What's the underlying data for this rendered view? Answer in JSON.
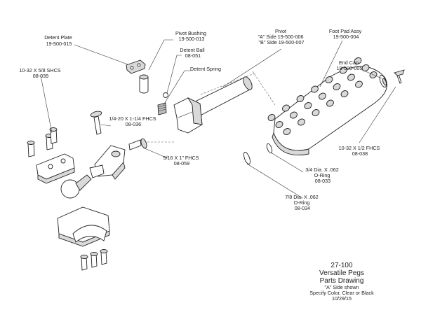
{
  "labels": {
    "detent_plate": [
      "Detent Plate",
      "19-500-015"
    ],
    "pivot_bushing": [
      "Pivot Bushing",
      "19-500-013"
    ],
    "detent_ball": [
      "Detent Ball",
      "08-051"
    ],
    "detent_spring": [
      "Detent Spring"
    ],
    "pivot": [
      "Pivot",
      "\"A\" Side 19-500-006",
      "\"B\" Side 19-500-007"
    ],
    "foot_pad": [
      "Foot Pad Assy",
      "19-500-004"
    ],
    "end_cap": [
      "End Cap",
      "19-500-005"
    ],
    "shcs": [
      "10-32 X 5/8 SHCS",
      "08-039"
    ],
    "fhcs_quarter": [
      "1/4-20 X 1-1/4 FHCS",
      "08-036"
    ],
    "fhcs_5_16": [
      "5/16 X 1\" FHCS",
      "08-059"
    ],
    "fhcs_10_32": [
      "10-32 X 1/2 FHCS",
      "08-038"
    ],
    "oring_3_4": [
      "3/4 Dia. X .062",
      "O-Ring",
      "08-033"
    ],
    "oring_7_8": [
      "7/8 Dia. X .062",
      "O-Ring",
      "08-034"
    ]
  },
  "title_block": {
    "part_number": "27-100",
    "name_line1": "Versatile Pegs",
    "name_line2": "Parts Drawing",
    "note1": "\"A\" Side shown",
    "note2": "Specify Color, Clear or Black",
    "date": "10/29/15"
  }
}
